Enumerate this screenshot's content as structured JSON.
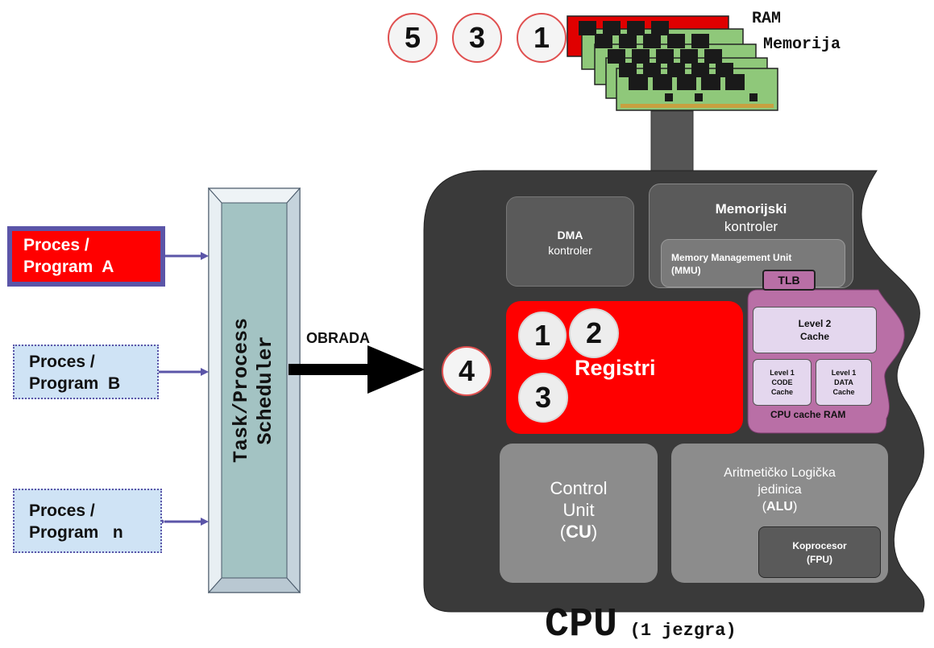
{
  "ram": {
    "title": "RAM",
    "subtitle": "Memorija",
    "queue": [
      "5",
      "3",
      "1"
    ]
  },
  "processes": [
    {
      "line1": "Proces /",
      "line2": "Program  A",
      "state": "active"
    },
    {
      "line1": "Proces /",
      "line2": "Program  B",
      "state": "waiting"
    },
    {
      "line1": "Proces /",
      "line2": "Program   n",
      "state": "waiting"
    }
  ],
  "scheduler": {
    "line1": "Task/Process",
    "line2": "Scheduler"
  },
  "obrada_label": "OBRADA",
  "external_marker": "4",
  "cpu": {
    "caption": "CPU",
    "caption_note": "(1 jezgra)",
    "dma": {
      "line1": "DMA",
      "line2": "kontroler"
    },
    "memory_controller": {
      "line1": "Memorijski",
      "line2": "kontroler"
    },
    "mmu": {
      "line1": "Memory Management Unit",
      "line2": "(MMU)",
      "tlb": "TLB"
    },
    "registers": {
      "label": "Registri",
      "slots": [
        "1",
        "2",
        "3"
      ]
    },
    "cache": {
      "l2_line1": "Level 2",
      "l2_line2": "Cache",
      "l1code_line1": "Level 1",
      "l1code_line2": "CODE",
      "l1code_line3": "Cache",
      "l1data_line1": "Level 1",
      "l1data_line2": "DATA",
      "l1data_line3": "Cache",
      "label": "CPU cache RAM"
    },
    "control_unit": {
      "line1": "Control",
      "line2": "Unit",
      "abbr": "CU"
    },
    "alu": {
      "line1": "Aritmetičko Logička",
      "line2": "jedinica",
      "abbr": "ALU"
    },
    "fpu": {
      "line1": "Koprocesor",
      "line2": "(FPU)"
    }
  },
  "colors": {
    "red": "#ff0000",
    "cpu_body": "#3a3a3a",
    "scheduler_fill": "#a3c3c3",
    "arrow": "#5b55a8",
    "cache": "#b96fa6"
  }
}
